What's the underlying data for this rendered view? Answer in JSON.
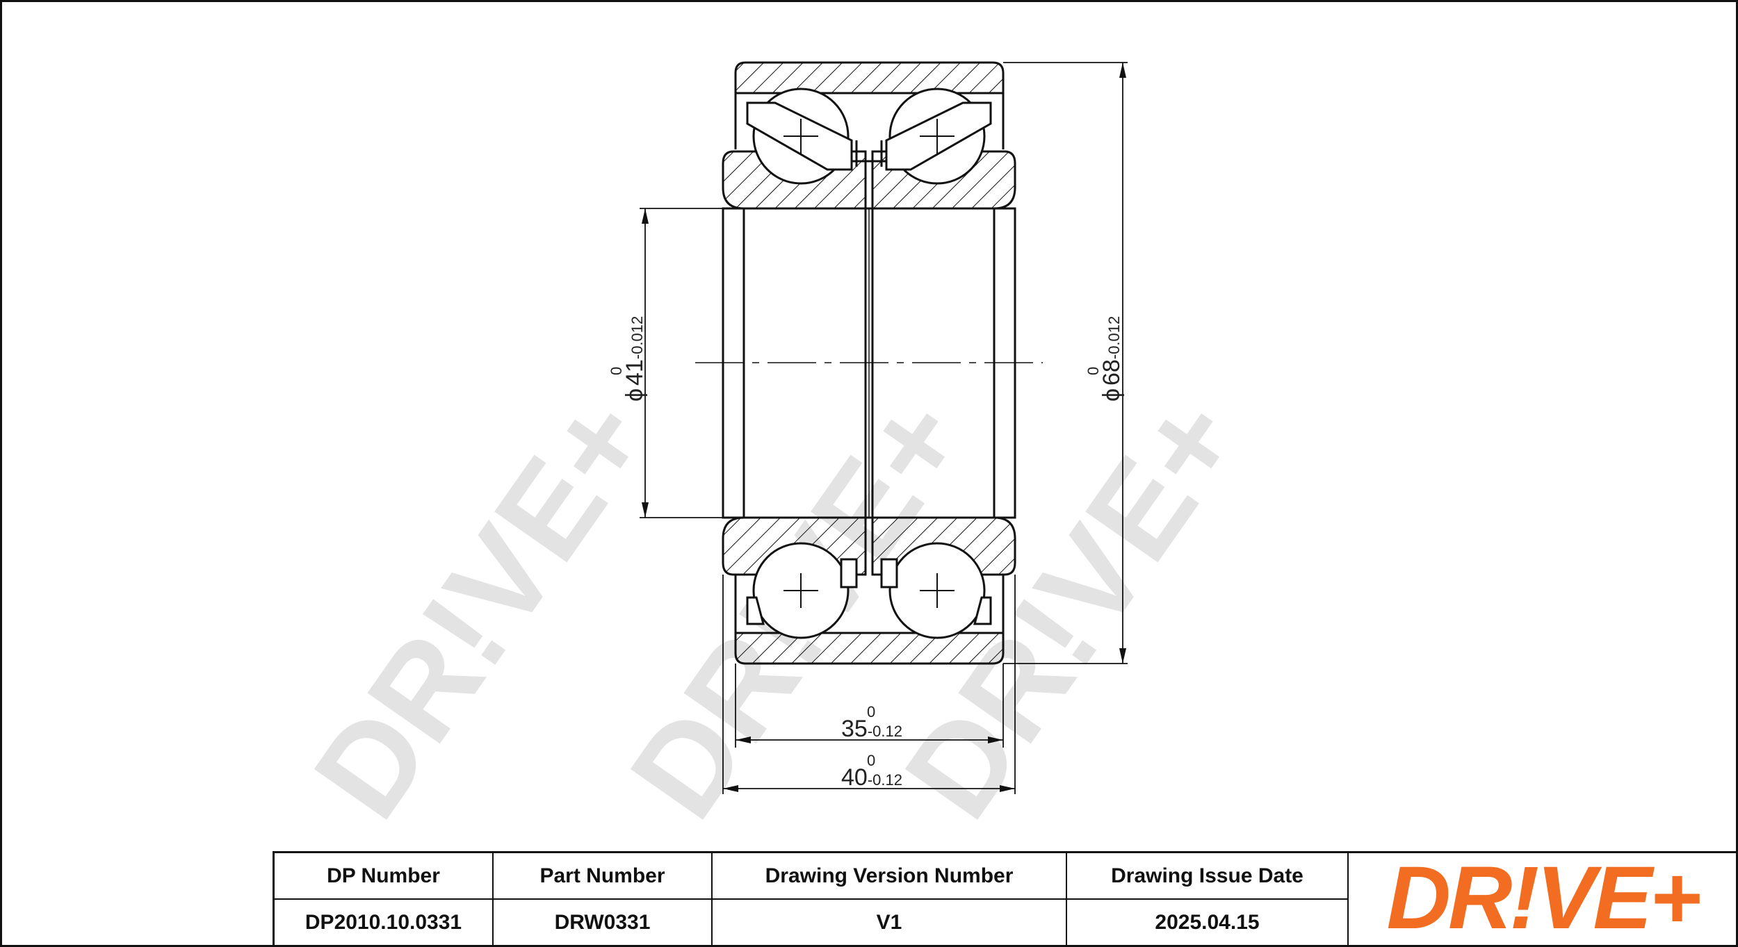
{
  "drawing": {
    "watermark_text": "DR!VE+",
    "dimensions": {
      "bore": {
        "symbol": "ϕ",
        "nominal": "41",
        "upper": "0",
        "lower": "-0.012"
      },
      "outer": {
        "symbol": "ϕ",
        "nominal": "68",
        "upper": "0",
        "lower": "-0.012"
      },
      "inner_width": {
        "nominal": "35",
        "upper": "0",
        "lower": "-0.12"
      },
      "outer_width": {
        "nominal": "40",
        "upper": "0",
        "lower": "-0.12"
      }
    }
  },
  "title_block": {
    "headers": {
      "dp_number": "DP Number",
      "part_number": "Part Number",
      "version": "Drawing Version Number",
      "issue_date": "Drawing Issue Date"
    },
    "values": {
      "dp_number": "DP2010.10.0331",
      "part_number": "DRW0331",
      "version": "V1",
      "issue_date": "2025.04.15"
    }
  },
  "logo": {
    "text": "DR!VE+",
    "color": "#f26d21"
  },
  "colors": {
    "line": "#111111",
    "watermark": "#e2e2e2",
    "accent": "#f26d21"
  }
}
